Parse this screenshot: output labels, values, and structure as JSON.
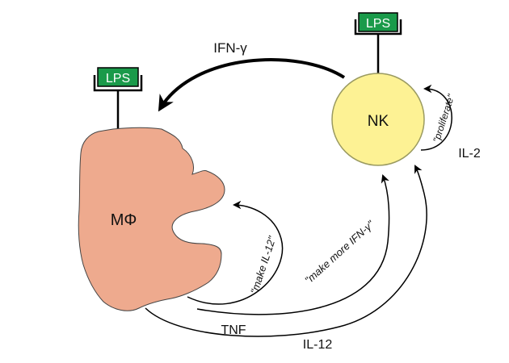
{
  "cells": {
    "macrophage": {
      "label": "MΦ",
      "fill": "#ee a a8e"
    },
    "nk": {
      "label": "NK",
      "fill": "#fdf294"
    }
  },
  "receptors": {
    "macrophage_lps": {
      "label": "LPS",
      "fill": "#1a9a4a"
    },
    "nk_lps": {
      "label": "LPS",
      "fill": "#1a9a4a"
    }
  },
  "signals": {
    "ifn_gamma": "IFN-γ",
    "il2": "IL-2",
    "tnf": "TNF",
    "il12": "IL-12"
  },
  "messages": {
    "proliferate": "\"proliferate\"",
    "make_il12": "\"make IL-12\"",
    "make_more_ifn": "\"make more IFN-γ\""
  }
}
